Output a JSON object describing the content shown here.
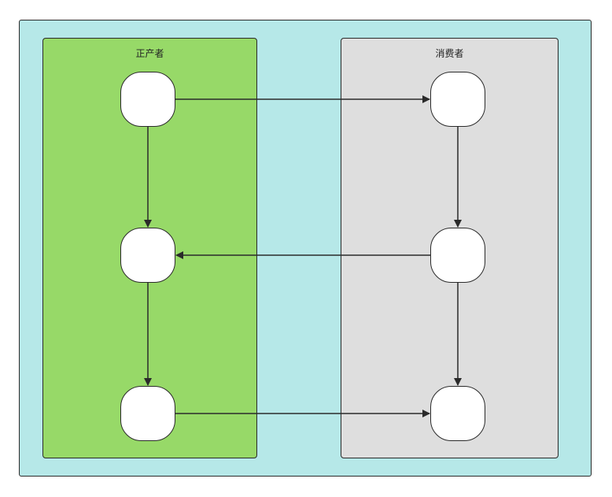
{
  "colors": {
    "outer_background": "#b6e8e8",
    "producer_background": "#97d968",
    "consumer_background": "#dedede",
    "stroke": "#2a2a2a",
    "node_fill": "#ffffff"
  },
  "lanes": {
    "producer": {
      "title": "正产者"
    },
    "consumer": {
      "title": "消费者"
    }
  },
  "nodes": [
    {
      "id": "p1",
      "lane": "producer",
      "row": 1
    },
    {
      "id": "p2",
      "lane": "producer",
      "row": 2
    },
    {
      "id": "p3",
      "lane": "producer",
      "row": 3
    },
    {
      "id": "c1",
      "lane": "consumer",
      "row": 1
    },
    {
      "id": "c2",
      "lane": "consumer",
      "row": 2
    },
    {
      "id": "c3",
      "lane": "consumer",
      "row": 3
    }
  ],
  "edges": [
    {
      "from": "p1",
      "to": "c1"
    },
    {
      "from": "p1",
      "to": "p2"
    },
    {
      "from": "c1",
      "to": "c2"
    },
    {
      "from": "c2",
      "to": "p2"
    },
    {
      "from": "c2",
      "to": "c3"
    },
    {
      "from": "p2",
      "to": "p3"
    },
    {
      "from": "p3",
      "to": "c3"
    }
  ]
}
